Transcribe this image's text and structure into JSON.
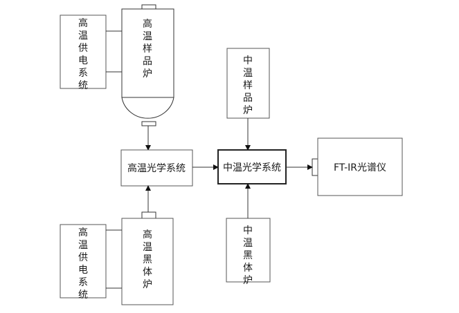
{
  "nodes": {
    "power_top": "高温供电系统",
    "hot_sample_furnace": "高温样品炉",
    "hot_optics": "高温光学系统",
    "power_bottom": "高温供电系统",
    "hot_blackbody": "高温黑体炉",
    "mid_sample_furnace": "中温样品炉",
    "mid_optics": "中温光学系统",
    "mid_blackbody": "中温黑体炉",
    "ftir": "FT-IR光谱仪"
  }
}
